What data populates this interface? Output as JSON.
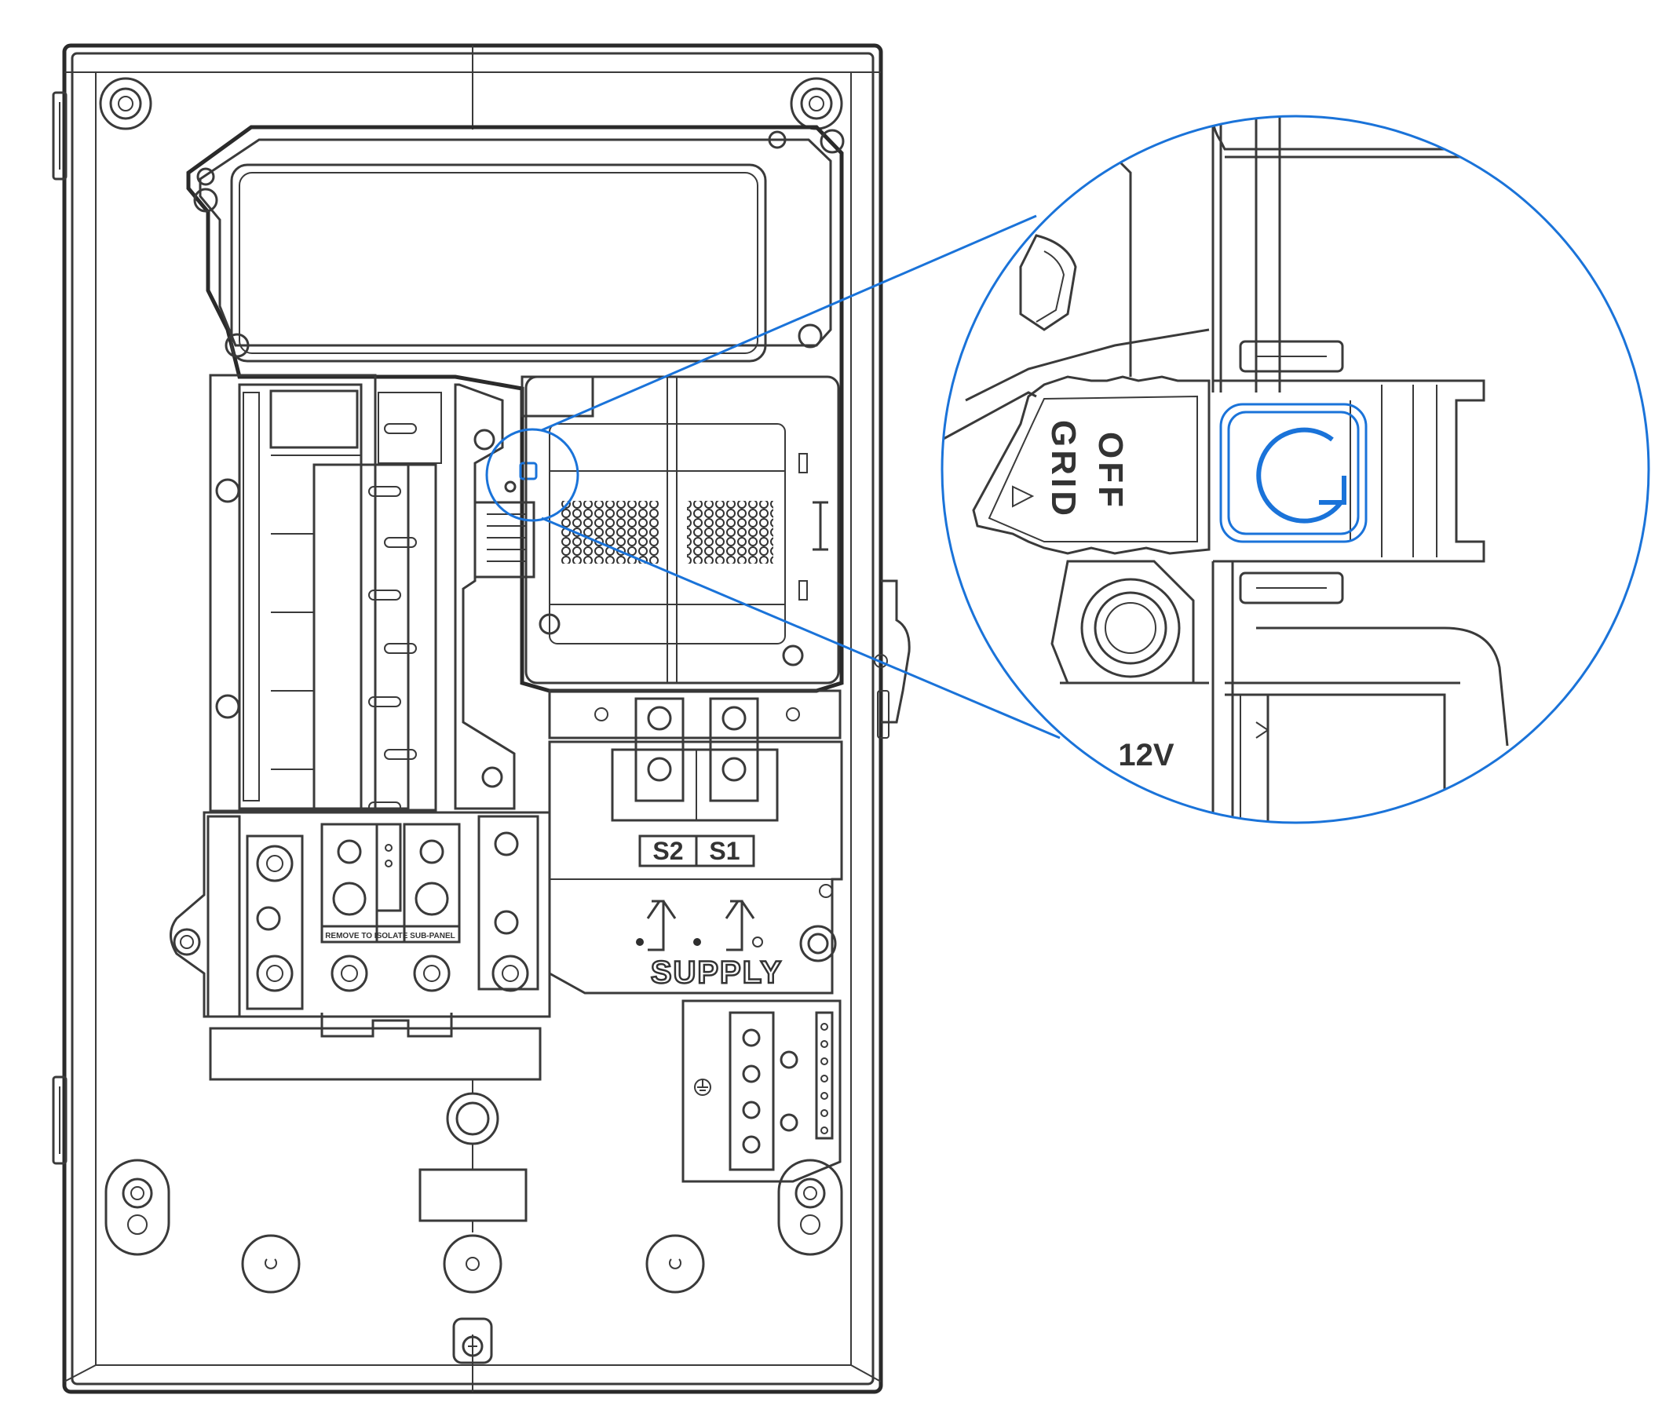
{
  "labels": {
    "s2": "S2",
    "s1": "S1",
    "supply": "SUPPLY",
    "remove_note": "REMOVE TO ISOLATE SUB-PANEL",
    "off": "OFF",
    "grid": "GRID",
    "voltage": "12V"
  },
  "icons": {
    "reset": "circular-arrow-icon",
    "arrow_up": "arrow-up-icon",
    "ground": "ground-symbol-icon"
  },
  "colors": {
    "line": "#3a3a3a",
    "highlight": "#1a73d9"
  }
}
